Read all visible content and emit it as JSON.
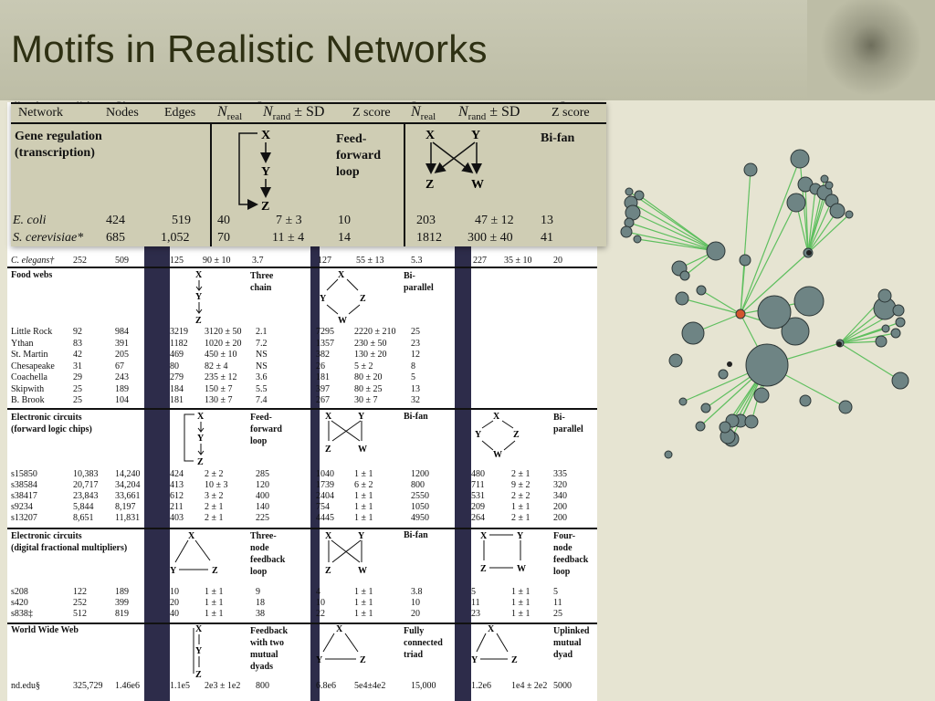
{
  "slide": {
    "title": "Motifs in Realistic Networks"
  },
  "table": {
    "headers": {
      "network": "Network",
      "nodes": "Nodes",
      "edges": "Edges",
      "n_real": "N",
      "n_real_sub": "real",
      "n_rand": "N",
      "n_rand_sub": "rand",
      "n_rand_sd": "± SD",
      "z_score": "Z score"
    },
    "gene": {
      "title1": "Gene regulation",
      "title2": "(transcription)",
      "m1_name": [
        "Feed-",
        "forward",
        "loop"
      ],
      "m2_name": "Bi-fan",
      "rows": [
        [
          "E. coli",
          "424",
          "519",
          "40",
          "7 ± 3",
          "10",
          "203",
          "47 ± 12",
          "13"
        ],
        [
          "S. cerevisiae*",
          "685",
          "1,052",
          "70",
          "11 ± 4",
          "14",
          "1812",
          "300 ± 40",
          "41"
        ]
      ],
      "elegans": [
        "C. elegans†",
        "252",
        "509",
        "125",
        "90 ± 10",
        "3.7",
        "127",
        "55 ± 13",
        "5.3",
        "227",
        "35 ± 10",
        "20"
      ]
    },
    "food": {
      "title": "Food webs",
      "m1_name": [
        "Three",
        "chain"
      ],
      "m2_name": [
        "Bi-",
        "parallel"
      ],
      "rows": [
        [
          "Little Rock",
          "92",
          "984",
          "3219",
          "3120 ± 50",
          "2.1",
          "7295",
          "2220 ± 210",
          "25"
        ],
        [
          "Ythan",
          "83",
          "391",
          "1182",
          "1020 ± 20",
          "7.2",
          "1357",
          "230 ± 50",
          "23"
        ],
        [
          "St. Martin",
          "42",
          "205",
          "469",
          "450 ± 10",
          "NS",
          "382",
          "130 ± 20",
          "12"
        ],
        [
          "Chesapeake",
          "31",
          "67",
          "80",
          "82 ± 4",
          "NS",
          "26",
          "5 ± 2",
          "8"
        ],
        [
          "Coachella",
          "29",
          "243",
          "279",
          "235 ± 12",
          "3.6",
          "181",
          "80 ± 20",
          "5"
        ],
        [
          "Skipwith",
          "25",
          "189",
          "184",
          "150 ± 7",
          "5.5",
          "397",
          "80 ± 25",
          "13"
        ],
        [
          "B. Brook",
          "25",
          "104",
          "181",
          "130 ± 7",
          "7.4",
          "267",
          "30 ± 7",
          "32"
        ]
      ]
    },
    "elec1": {
      "title1": "Electronic circuits",
      "title2": "(forward logic chips)",
      "m1_name": [
        "Feed-",
        "forward",
        "loop"
      ],
      "m2_name": "Bi-fan",
      "m3_name": [
        "Bi-",
        "parallel"
      ],
      "rows": [
        [
          "s15850",
          "10,383",
          "14,240",
          "424",
          "2 ± 2",
          "285",
          "1040",
          "1 ± 1",
          "1200",
          "480",
          "2 ± 1",
          "335"
        ],
        [
          "s38584",
          "20,717",
          "34,204",
          "413",
          "10 ± 3",
          "120",
          "1739",
          "6 ± 2",
          "800",
          "711",
          "9 ± 2",
          "320"
        ],
        [
          "s38417",
          "23,843",
          "33,661",
          "612",
          "3 ± 2",
          "400",
          "2404",
          "1 ± 1",
          "2550",
          "531",
          "2 ± 2",
          "340"
        ],
        [
          "s9234",
          "5,844",
          "8,197",
          "211",
          "2 ± 1",
          "140",
          "754",
          "1 ± 1",
          "1050",
          "209",
          "1 ± 1",
          "200"
        ],
        [
          "s13207",
          "8,651",
          "11,831",
          "403",
          "2 ± 1",
          "225",
          "4445",
          "1 ± 1",
          "4950",
          "264",
          "2 ± 1",
          "200"
        ]
      ]
    },
    "elec2": {
      "title1": "Electronic circuits",
      "title2": "(digital fractional multipliers)",
      "m1_name": [
        "Three-",
        "node",
        "feedback",
        "loop"
      ],
      "m2_name": "Bi-fan",
      "m3_name": [
        "Four-",
        "node",
        "feedback",
        "loop"
      ],
      "rows": [
        [
          "s208",
          "122",
          "189",
          "10",
          "1 ± 1",
          "9",
          "4",
          "1 ± 1",
          "3.8",
          "5",
          "1 ± 1",
          "5"
        ],
        [
          "s420",
          "252",
          "399",
          "20",
          "1 ± 1",
          "18",
          "10",
          "1 ± 1",
          "10",
          "11",
          "1 ± 1",
          "11"
        ],
        [
          "s838‡",
          "512",
          "819",
          "40",
          "1 ± 1",
          "38",
          "22",
          "1 ± 1",
          "20",
          "23",
          "1 ± 1",
          "25"
        ]
      ]
    },
    "www": {
      "title": "World Wide Web",
      "m1_name": [
        "Feedback",
        "with two",
        "mutual",
        "dyads"
      ],
      "m2_name": [
        "Fully",
        "connected",
        "triad"
      ],
      "m3_name": [
        "Uplinked",
        "mutual",
        "dyad"
      ],
      "row": [
        "nd.edu§",
        "325,729",
        "1.46e6",
        "1.1e5",
        "2e3 ± 1e2",
        "800",
        "6.8e6",
        "5e4±4e2",
        "15,000",
        "1.2e6",
        "1e4 ± 2e2",
        "5000"
      ]
    },
    "motif_labels": {
      "x": "X",
      "y": "Y",
      "z": "Z",
      "w": "W"
    }
  },
  "network_graph": {
    "edge_color": "#5fbf5f",
    "node_color": "#6e8484",
    "hub_color": "#d2552e"
  }
}
